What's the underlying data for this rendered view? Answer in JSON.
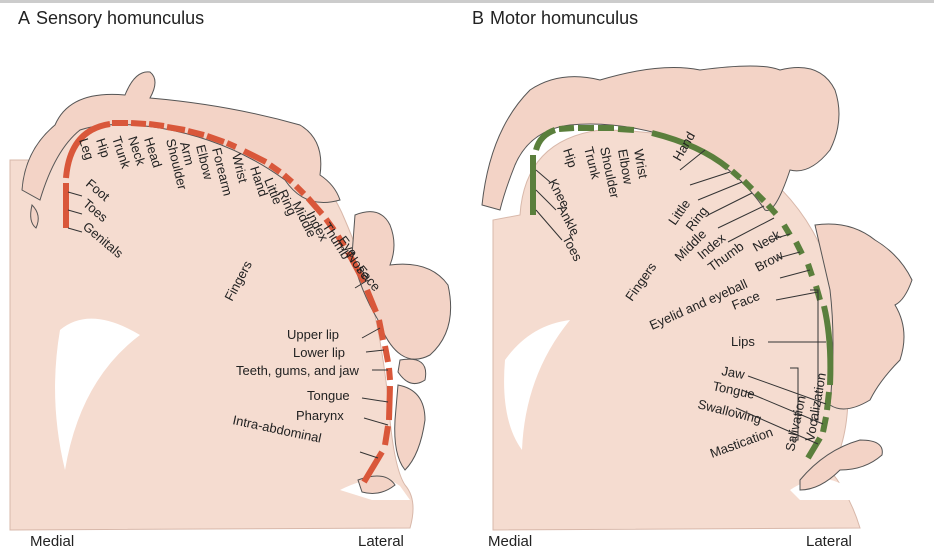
{
  "figure": {
    "panel_a": {
      "letter": "A",
      "title": "Sensory homunculus",
      "medial": "Medial",
      "lateral": "Lateral",
      "colors": {
        "segment": "#d9573a",
        "tissue": "#f5dcd0",
        "body": "#f3d3c6"
      },
      "rotated_labels": [
        "Leg",
        "Hip",
        "Trunk",
        "Neck",
        "Head",
        "Shoulder",
        "Arm",
        "Elbow",
        "Forearm",
        "Wrist",
        "Hand",
        "Little",
        "Ring",
        "Middle",
        "Index",
        "Thumb",
        "Eye",
        "Nose",
        "Face",
        "Fingers"
      ],
      "left_labels": [
        "Foot",
        "Toes",
        "Genitals"
      ],
      "horizontal_labels": [
        "Upper lip",
        "Lower lip",
        "Teeth, gums, and jaw",
        "Tongue",
        "Pharynx",
        "Intra-abdominal"
      ]
    },
    "panel_b": {
      "letter": "B",
      "title": "Motor homunculus",
      "medial": "Medial",
      "lateral": "Lateral",
      "colors": {
        "segment": "#5a7f3c",
        "tissue": "#f5dcd0",
        "body": "#f3d3c6"
      },
      "rotated_labels": [
        "Hip",
        "Trunk",
        "Shoulder",
        "Elbow",
        "Wrist",
        "Hand",
        "Little",
        "Ring",
        "Middle",
        "Index",
        "Thumb",
        "Neck",
        "Brow",
        "Eyelid and eyeball",
        "Face",
        "Fingers",
        "Knee",
        "Ankle",
        "Toes"
      ],
      "horizontal_labels": [
        "Lips",
        "Jaw",
        "Tongue",
        "Swallowing"
      ],
      "bracket_labels": [
        "Vocalization",
        "Salivation",
        "Mastication"
      ]
    }
  }
}
